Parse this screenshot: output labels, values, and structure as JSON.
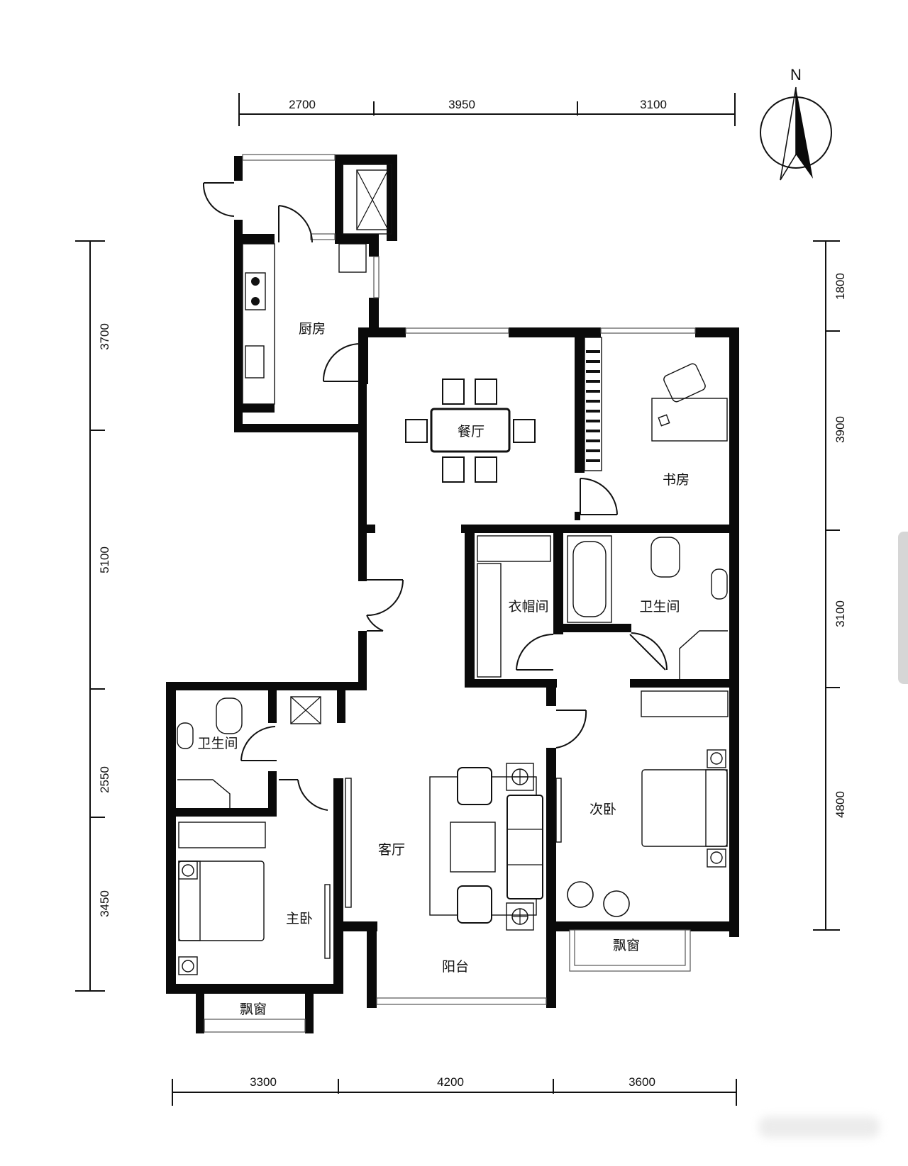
{
  "dimensions": {
    "top": [
      "2700",
      "3950",
      "3100"
    ],
    "bottom": [
      "3300",
      "4200",
      "3600"
    ],
    "left": [
      "3700",
      "5100",
      "2550",
      "3450"
    ],
    "right": [
      "1800",
      "3900",
      "3100",
      "4800"
    ]
  },
  "compass": {
    "label": "N"
  },
  "rooms": {
    "kitchen": "厨房",
    "dining": "餐厅",
    "study": "书房",
    "cloakroom": "衣帽间",
    "bathroom_main": "卫生间",
    "bathroom_master": "卫生间",
    "living": "客厅",
    "master_bedroom": "主卧",
    "second_bedroom": "次卧",
    "balcony": "阳台",
    "bay_window_left": "飘窗",
    "bay_window_right": "飘窗"
  },
  "colors": {
    "wall": "#0a0a0a",
    "background": "#ffffff",
    "line": "#111111"
  }
}
